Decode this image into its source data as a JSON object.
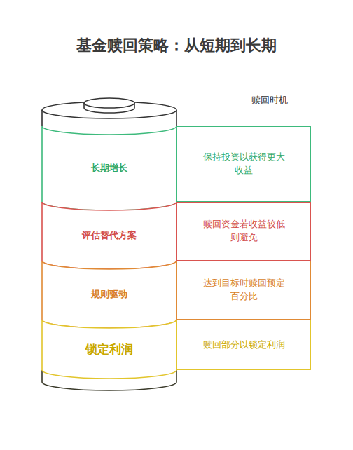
{
  "diagram": {
    "title": "基金赎回策略：从短期到长期",
    "nodes": [
      {
        "text": [
          "长期增长"
        ]
      },
      {
        "text": [
          "保持投资以获得更大收益"
        ]
      },
      {
        "text": [
          "评估替代方案"
        ]
      },
      {
        "text": [
          "赎回资金若收益较低则避免"
        ]
      },
      {
        "text": [
          "规则驱动"
        ]
      },
      {
        "text": [
          "达到目标时赎回预定百分比"
        ]
      },
      {
        "text": [
          "锁定利润"
        ]
      },
      {
        "text": [
          "赎回部分以锁定利润"
        ]
      }
    ],
    "labels": [
      "赎回时机"
    ]
  }
}
